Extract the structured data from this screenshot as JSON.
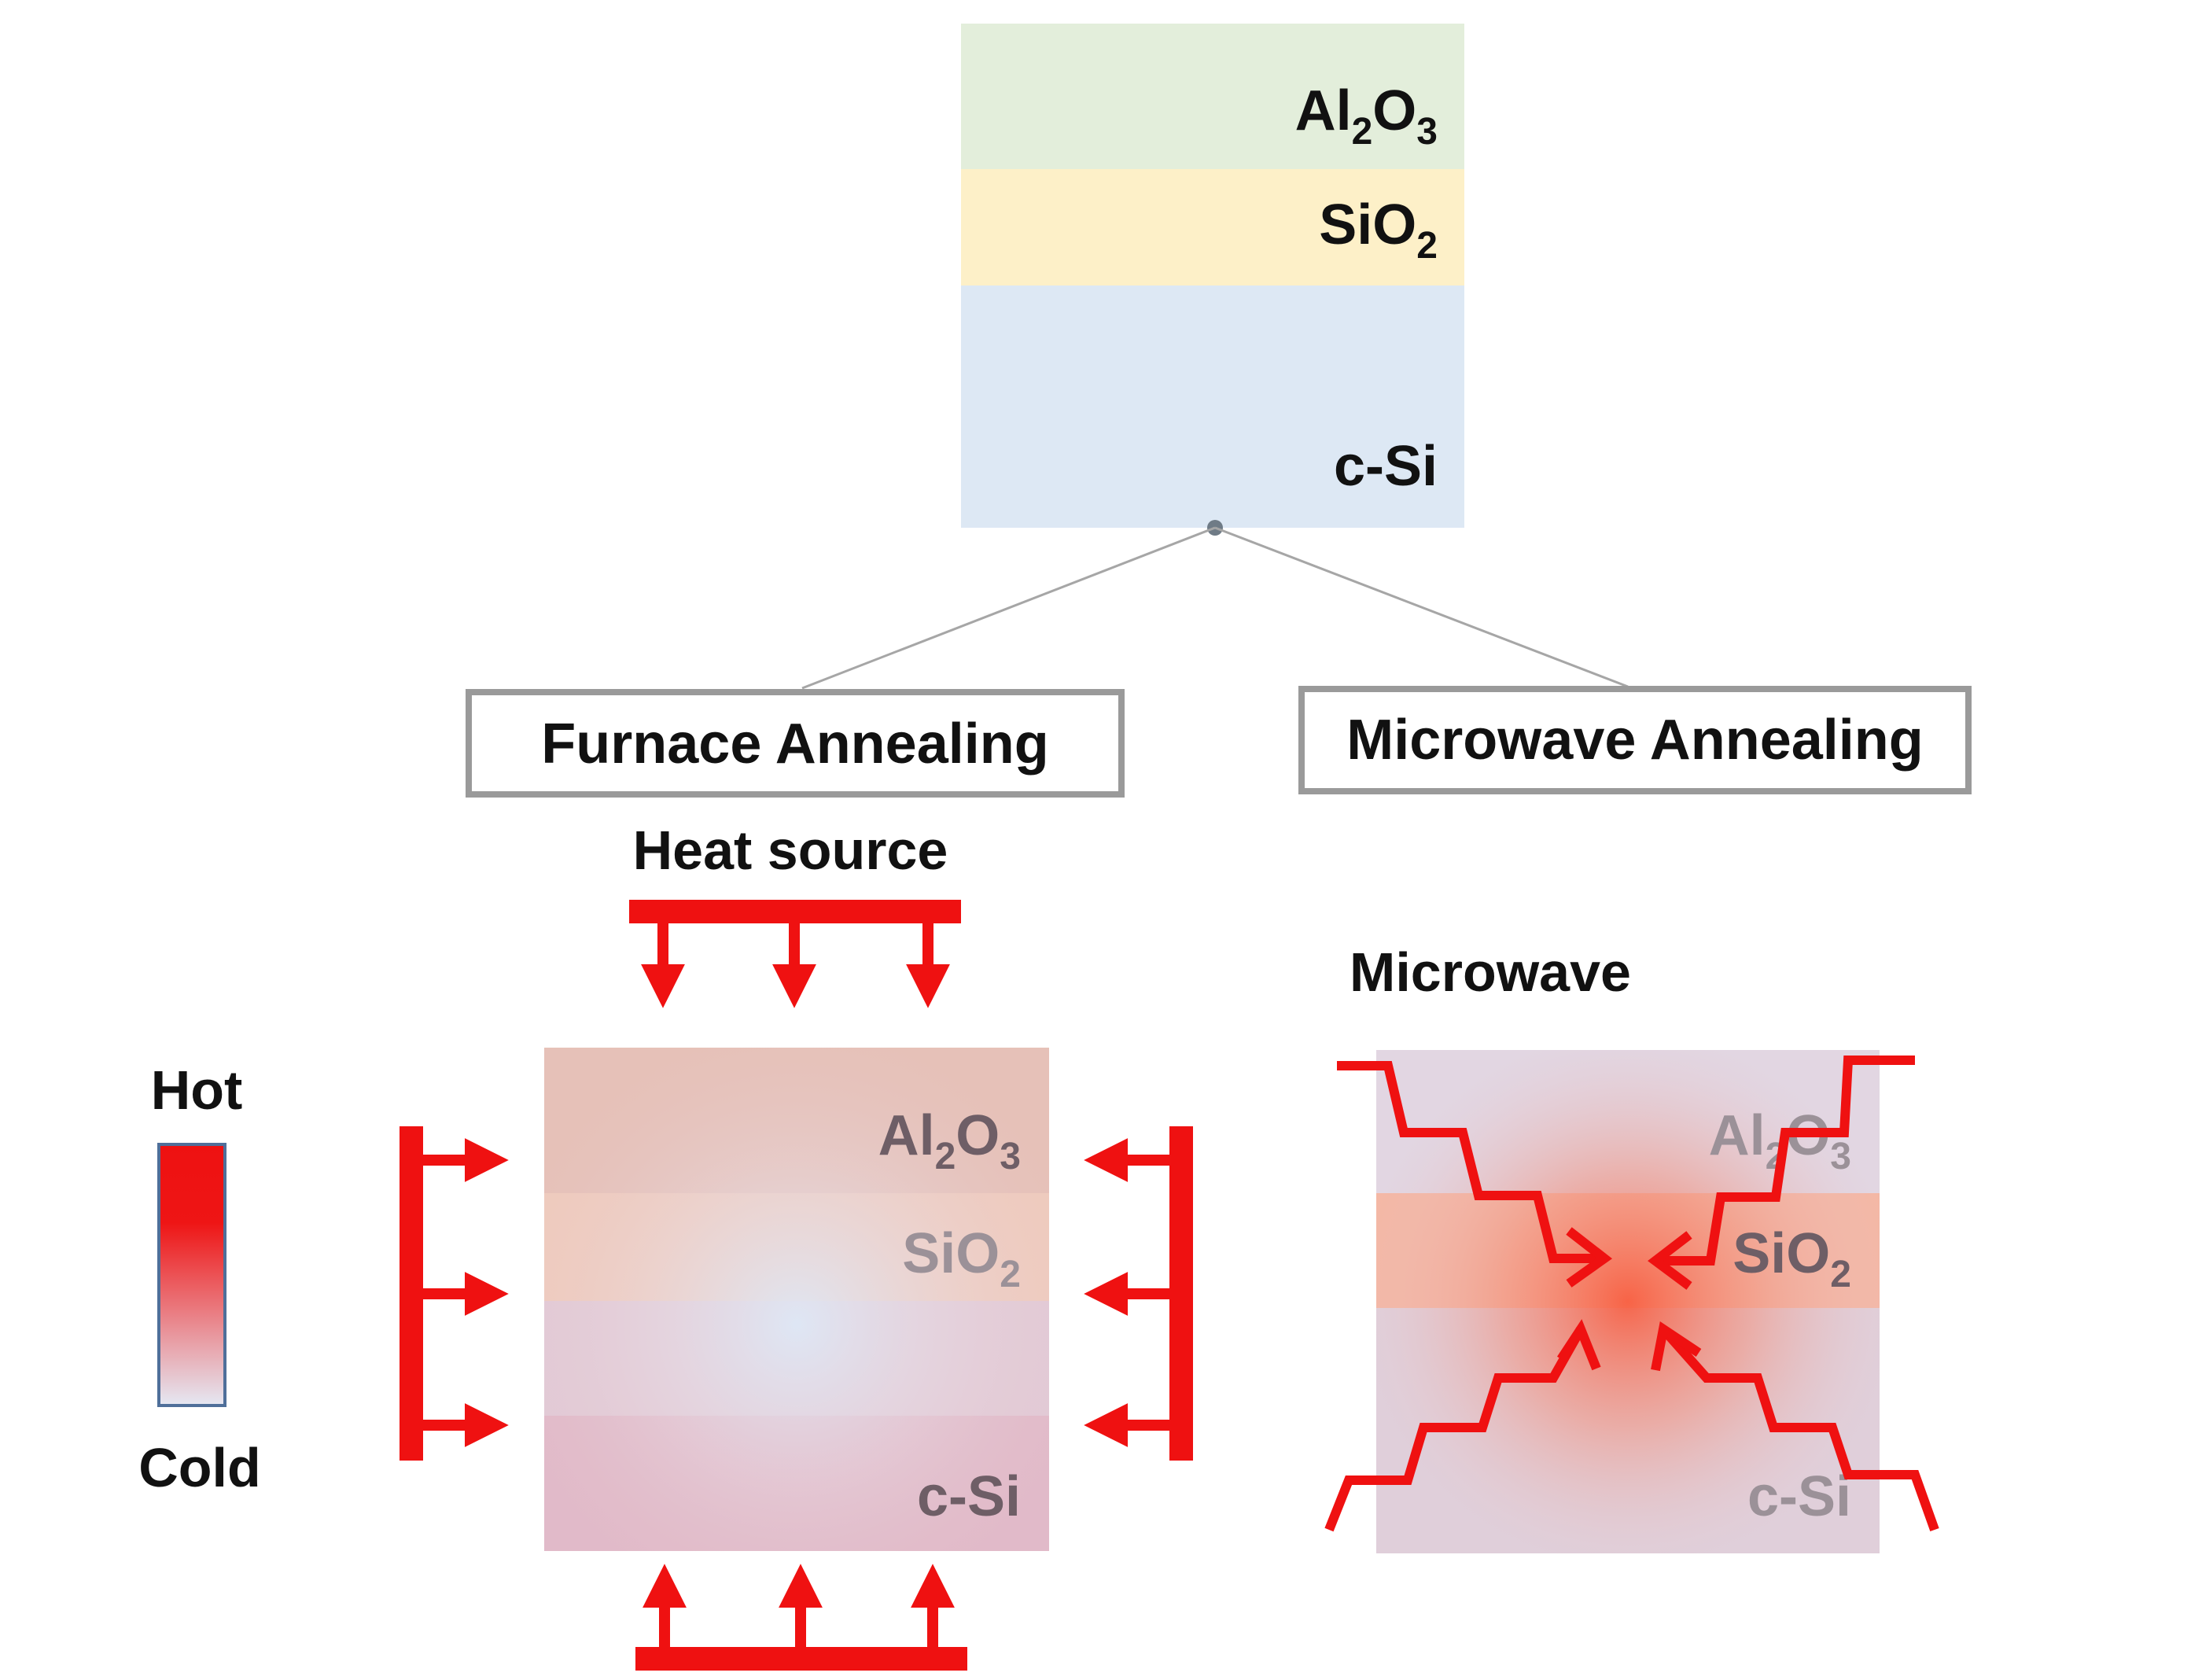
{
  "top_stack": {
    "layer1": {
      "base": "Al",
      "sub1": "2",
      "mid": "O",
      "sub2": "3"
    },
    "layer2": {
      "base": "SiO",
      "sub": "2"
    },
    "layer3": "c-Si"
  },
  "methods": {
    "furnace": "Furnace Annealing",
    "microwave": "Microwave Annealing"
  },
  "furnace_panel": {
    "heat_label": "Heat source",
    "layer1": {
      "base": "Al",
      "sub1": "2",
      "mid": "O",
      "sub2": "3"
    },
    "layer2": {
      "base": "SiO",
      "sub": "2"
    },
    "layer3": "c-Si"
  },
  "microwave_panel": {
    "label": "Microwave",
    "layer1": {
      "base": "Al",
      "sub1": "2",
      "mid": "O",
      "sub2": "3"
    },
    "layer2": {
      "base": "SiO",
      "sub": "2"
    },
    "layer3": "c-Si"
  },
  "legend": {
    "hot": "Hot",
    "cold": "Cold"
  },
  "colors": {
    "al2o3": "#e3eedb",
    "sio2": "#fdf0c8",
    "csi": "#dde8f4",
    "heat_red": "#ef1111",
    "box_border": "#9a9a9a"
  }
}
